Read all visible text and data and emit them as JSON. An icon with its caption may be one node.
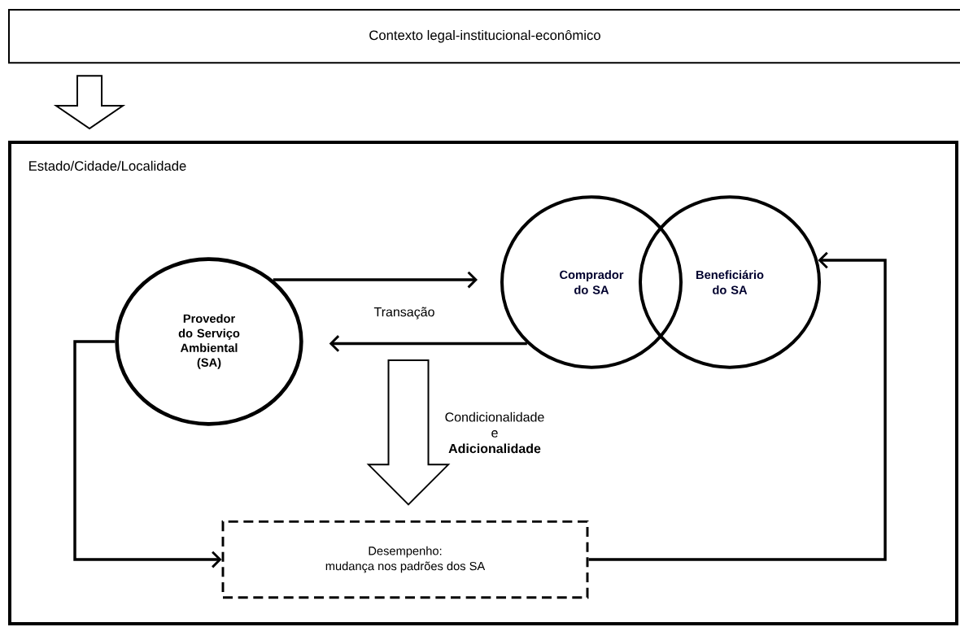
{
  "diagram": {
    "nodes": [
      {
        "text": [
          "Contexto legal-institucional-econômico"
        ]
      },
      {
        "text": [
          "Estado/Cidade/Localidade"
        ]
      },
      {
        "text": [
          "Provedor do Serviço Ambiental (SA)"
        ],
        "in": 1
      },
      {
        "text": [
          "Comprador do SA"
        ],
        "in": 1
      },
      {
        "text": [
          "Beneficiário do SA"
        ],
        "in": 1
      },
      {
        "text": [
          "Desempenho:",
          "mudança nos padrões dos SA"
        ],
        "in": 1
      }
    ],
    "edges": [
      {
        "from": 0,
        "to": 1,
        "arrow": "to",
        "style": "thick"
      },
      {
        "from": 2,
        "to": 3,
        "arrow": "to",
        "label": "Transação"
      },
      {
        "from": 3,
        "to": 2,
        "arrow": "to"
      },
      {
        "from": 2,
        "to": 5,
        "arrow": "to"
      },
      {
        "from": 5,
        "to": 4,
        "arrow": "to"
      },
      {
        "from": null,
        "to": 5,
        "arrow": "to",
        "style": "thick",
        "label": "Condicionalidade e **Adicionalidade**"
      }
    ]
  }
}
